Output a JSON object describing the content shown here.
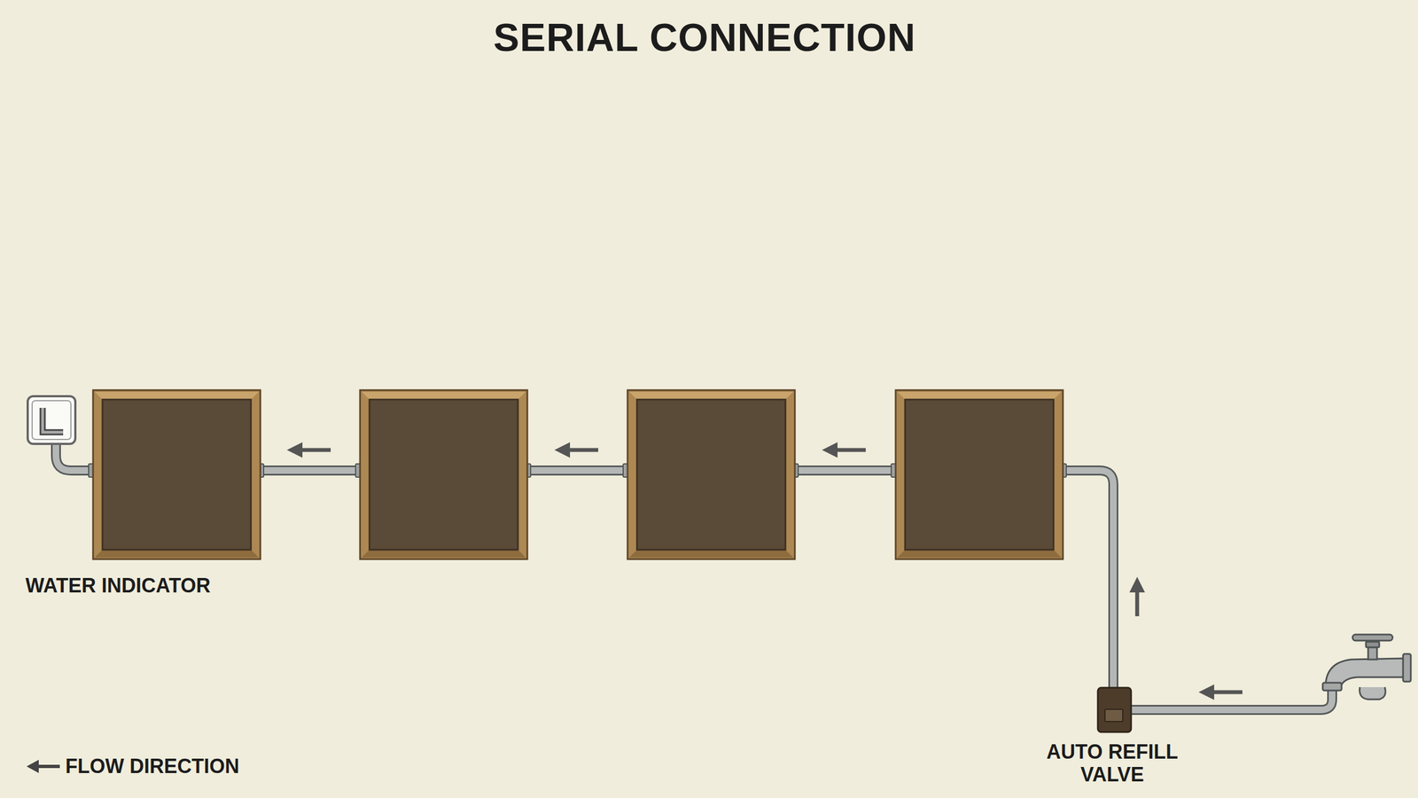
{
  "diagram": {
    "title": "SERIAL CONNECTION",
    "labels": [
      "WATER INDICATOR",
      "AUTO REFILL VALVE"
    ],
    "legend": [
      {
        "text": "FLOW DIRECTION"
      }
    ]
  }
}
